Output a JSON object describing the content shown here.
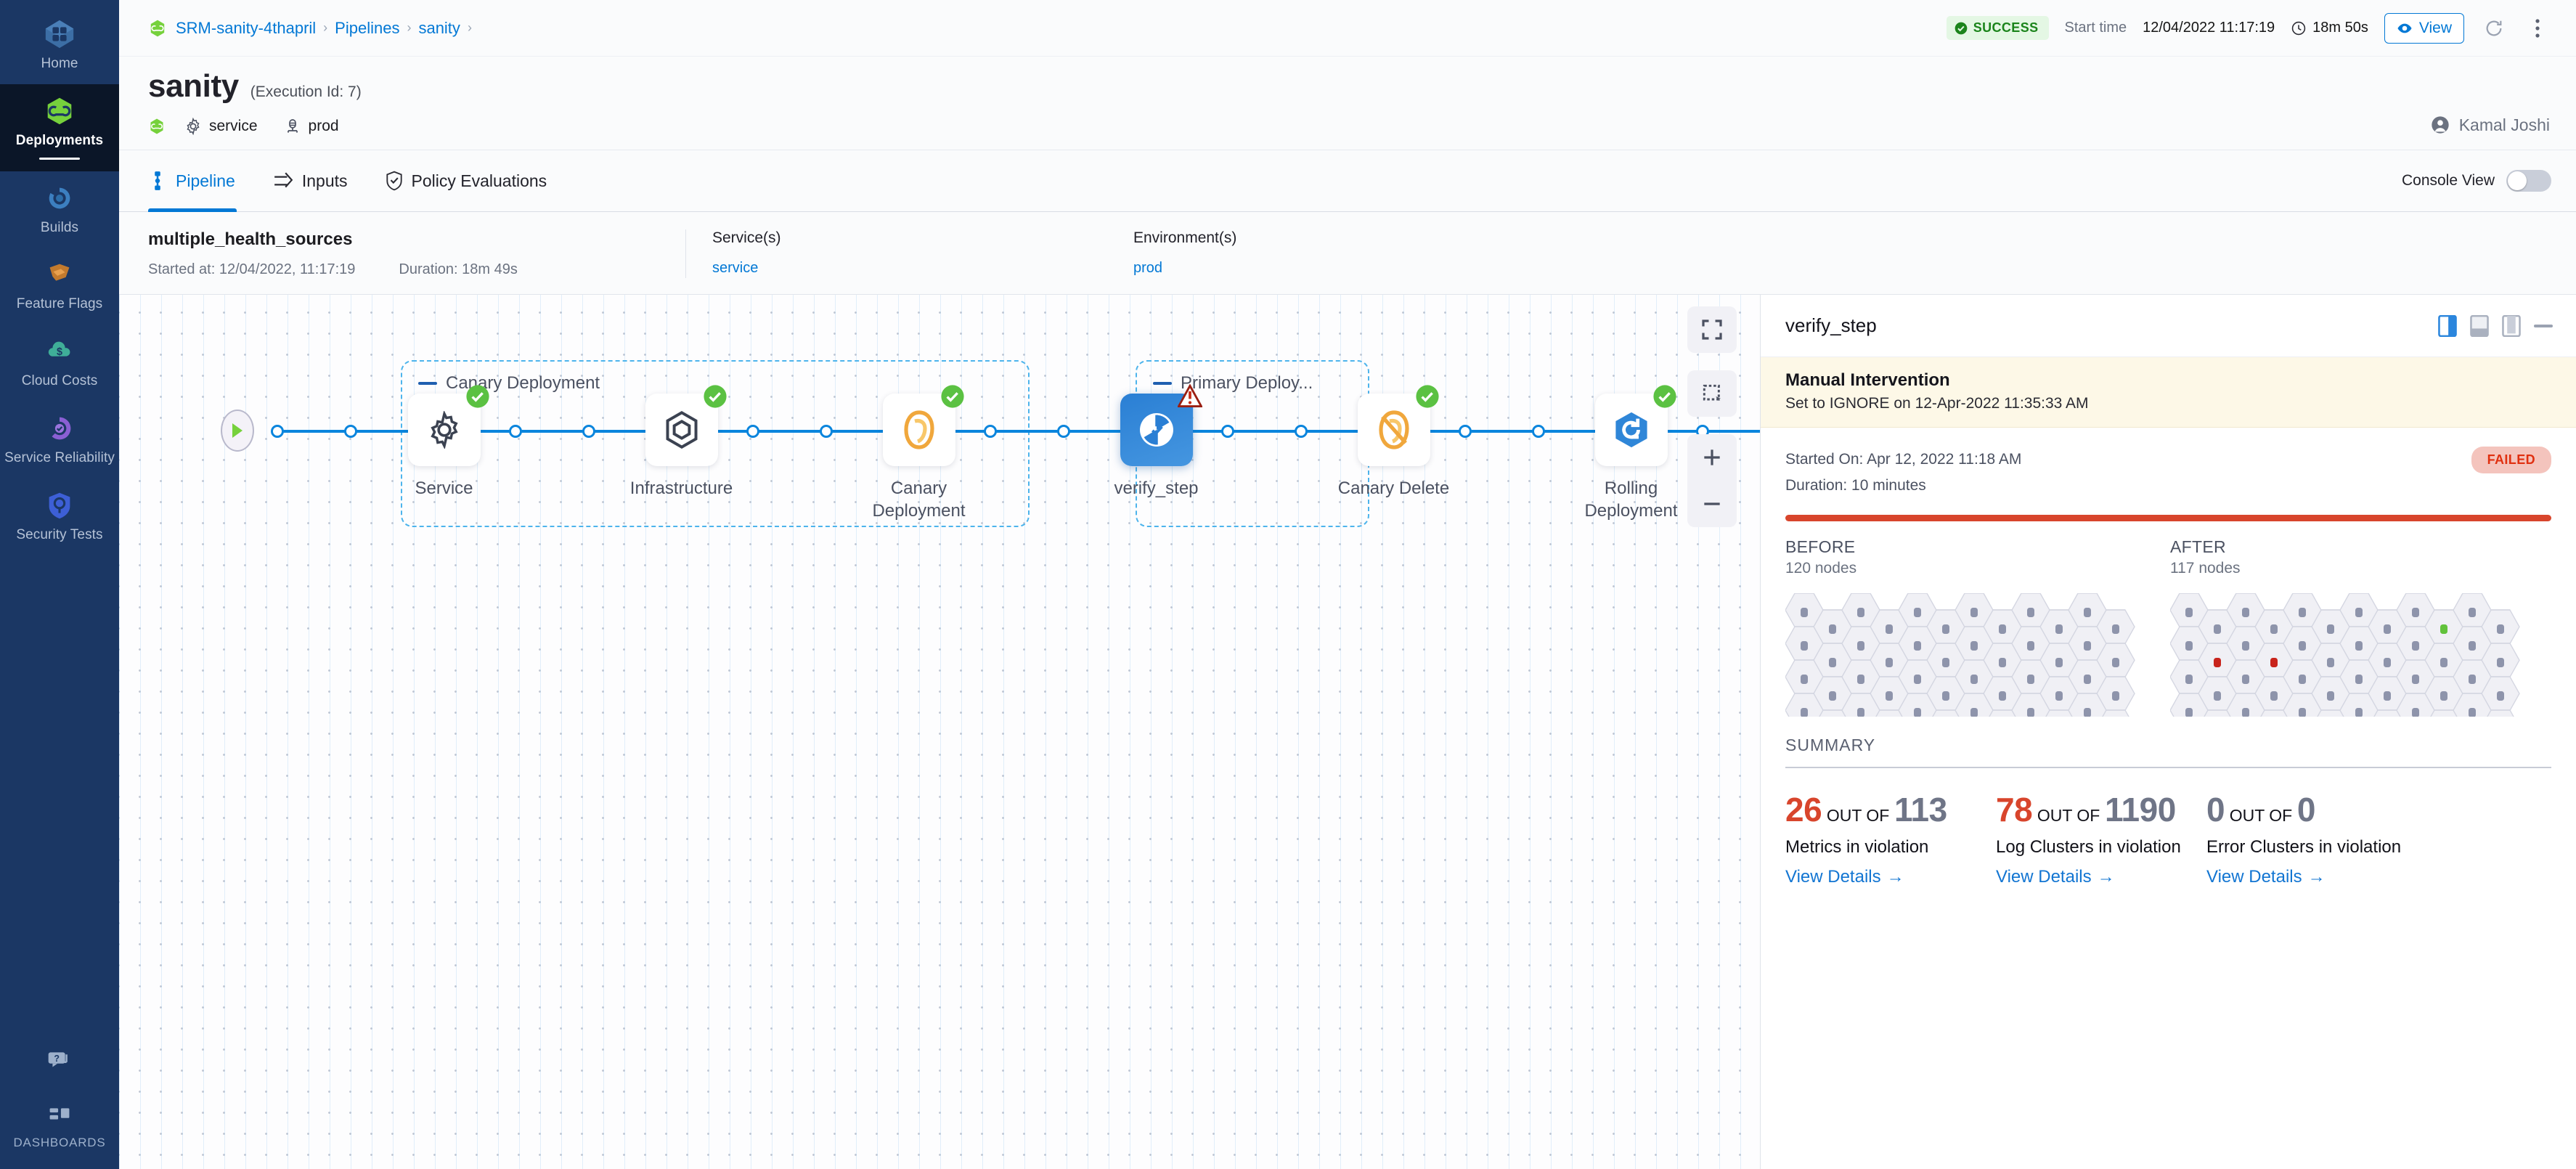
{
  "sidebar": {
    "items": [
      {
        "label": "Home",
        "icon": "home-icon",
        "active": false
      },
      {
        "label": "Deployments",
        "icon": "deployments-icon",
        "active": true
      },
      {
        "label": "Builds",
        "icon": "builds-icon",
        "active": false
      },
      {
        "label": "Feature Flags",
        "icon": "feature-flags-icon",
        "active": false
      },
      {
        "label": "Cloud Costs",
        "icon": "cloud-costs-icon",
        "active": false
      },
      {
        "label": "Service Reliability",
        "icon": "service-reliability-icon",
        "active": false
      },
      {
        "label": "Security Tests",
        "icon": "security-tests-icon",
        "active": false
      }
    ],
    "help_icon": "help-chat-icon",
    "dashboards_label": "DASHBOARDS",
    "dashboards_icon": "dashboards-grid-icon"
  },
  "topbar": {
    "project_icon": "harness-leaf-icon",
    "breadcrumbs": [
      {
        "label": "SRM-sanity-4thapril"
      },
      {
        "label": "Pipelines"
      },
      {
        "label": "sanity"
      }
    ],
    "separator": "›",
    "status_badge": "SUCCESS",
    "status_icon": "check-circle-icon",
    "start_time_label": "Start time",
    "start_time_value": "12/04/2022 11:17:19",
    "duration_icon": "clock-icon",
    "duration_value": "18m 50s",
    "view_button": "View",
    "view_icon": "eye-icon",
    "refresh_icon": "refresh-icon",
    "more_icon": "kebab-menu-icon"
  },
  "title": {
    "name": "sanity",
    "execution_id": "(Execution Id: 7)",
    "leaf_icon": "harness-leaf-icon",
    "service_icon": "gear-icon",
    "service": "service",
    "environment_icon": "environment-icon",
    "environment": "prod",
    "user_icon": "user-avatar-icon",
    "user_name": "Kamal Joshi"
  },
  "tabs": {
    "items": [
      {
        "label": "Pipeline",
        "icon": "pipeline-icon",
        "active": true
      },
      {
        "label": "Inputs",
        "icon": "inputs-icon",
        "active": false
      },
      {
        "label": "Policy Evaluations",
        "icon": "shield-check-icon",
        "active": false
      }
    ],
    "console_view_label": "Console View",
    "console_view_on": false
  },
  "exec_summary": {
    "pipeline_name": "multiple_health_sources",
    "started_at": "Started at: 12/04/2022, 11:17:19",
    "duration": "Duration: 18m 49s",
    "services_label": "Service(s)",
    "services_value": "service",
    "environments_label": "Environment(s)",
    "environments_value": "prod"
  },
  "graph": {
    "start_icon": "play-icon",
    "groups": [
      {
        "title": "Canary Deployment",
        "dash_icon": "collapse-dash-icon"
      },
      {
        "title": "Primary Deploy...",
        "dash_icon": "collapse-dash-icon"
      }
    ],
    "nodes": [
      {
        "id": "service",
        "label": "Service",
        "icon": "gear-icon",
        "status": "success",
        "selected": false
      },
      {
        "id": "infra",
        "label": "Infrastructure",
        "icon": "infrastructure-icon",
        "status": "success",
        "selected": false
      },
      {
        "id": "canarydep",
        "label": "Canary Deployment",
        "icon": "canary-bird-icon",
        "status": "success",
        "selected": false
      },
      {
        "id": "verify",
        "label": "verify_step",
        "icon": "verify-icon",
        "status": "warning",
        "selected": true
      },
      {
        "id": "canarydel",
        "label": "Canary Delete",
        "icon": "canary-delete-icon",
        "status": "success",
        "selected": false
      },
      {
        "id": "rolling",
        "label": "Rolling Deployment",
        "icon": "rolling-deploy-icon",
        "status": "success",
        "selected": false
      }
    ],
    "controls": [
      {
        "name": "fit-to-screen-button",
        "icon": "fit-screen-icon"
      },
      {
        "name": "select-area-button",
        "icon": "marquee-select-icon"
      },
      {
        "name": "zoom-in-button",
        "icon": "plus-icon"
      },
      {
        "name": "zoom-out-button",
        "icon": "minus-icon"
      }
    ]
  },
  "details": {
    "step_title": "verify_step",
    "head_icons": [
      {
        "name": "layout-right-panel-icon",
        "active": true
      },
      {
        "name": "layout-bottom-panel-icon",
        "active": false
      },
      {
        "name": "layout-full-panel-icon",
        "active": false
      },
      {
        "name": "minimize-icon",
        "active": false
      }
    ],
    "banner_title": "Manual Intervention",
    "banner_subtitle": "Set to IGNORE on 12-Apr-2022 11:35:33 AM",
    "started_on": "Started On: Apr 12, 2022 11:18 AM",
    "duration": "Duration: 10 minutes",
    "status_badge": "FAILED",
    "before": {
      "title": "BEFORE",
      "nodes_text": "120 nodes",
      "count": 120
    },
    "after": {
      "title": "AFTER",
      "nodes_text": "117 nodes",
      "count": 117,
      "healthy_nodes": 1,
      "error_nodes": 3
    },
    "summary_label": "SUMMARY",
    "metrics": [
      {
        "value": "26",
        "value_color": "red",
        "outof_label": "OUT OF",
        "total": "113",
        "total_color": "gray",
        "description": "Metrics in violation",
        "link": "View Details",
        "link_arrow": "→"
      },
      {
        "value": "78",
        "value_color": "red",
        "outof_label": "OUT OF",
        "total": "1190",
        "total_color": "gray",
        "description": "Log Clusters in violation",
        "link": "View Details",
        "link_arrow": "→"
      },
      {
        "value": "0",
        "value_color": "gray",
        "outof_label": "OUT OF",
        "total": "0",
        "total_color": "gray",
        "description": "Error Clusters in violation",
        "link": "View Details",
        "link_arrow": "→"
      }
    ]
  },
  "colors": {
    "accent_blue": "#0278d5",
    "success_green": "#4dbf4d",
    "fail_red": "#d8452c",
    "nav_bg": "#1b3764",
    "warn_bg": "#fdf8e7"
  }
}
